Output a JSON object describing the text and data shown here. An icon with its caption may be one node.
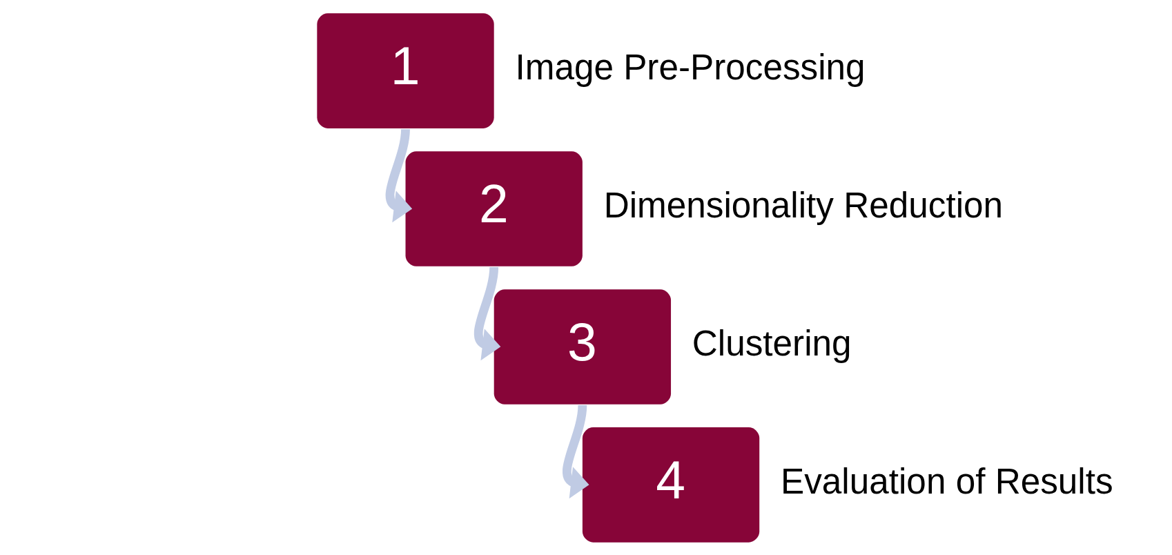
{
  "diagram": {
    "nodes": [
      {
        "text": [
          "1"
        ],
        "beside": [
          "Image Pre-Processing"
        ]
      },
      {
        "text": [
          "2"
        ],
        "beside": [
          "Dimensionality Reduction"
        ]
      },
      {
        "text": [
          "3"
        ],
        "beside": [
          "Clustering"
        ]
      },
      {
        "text": [
          "4"
        ],
        "beside": [
          "Evaluation of Results"
        ]
      }
    ],
    "edges": [
      {
        "from": 0,
        "to": 1,
        "arrow": "to"
      },
      {
        "from": 1,
        "to": 2,
        "arrow": "to"
      },
      {
        "from": 2,
        "to": 3,
        "arrow": "to"
      }
    ]
  }
}
